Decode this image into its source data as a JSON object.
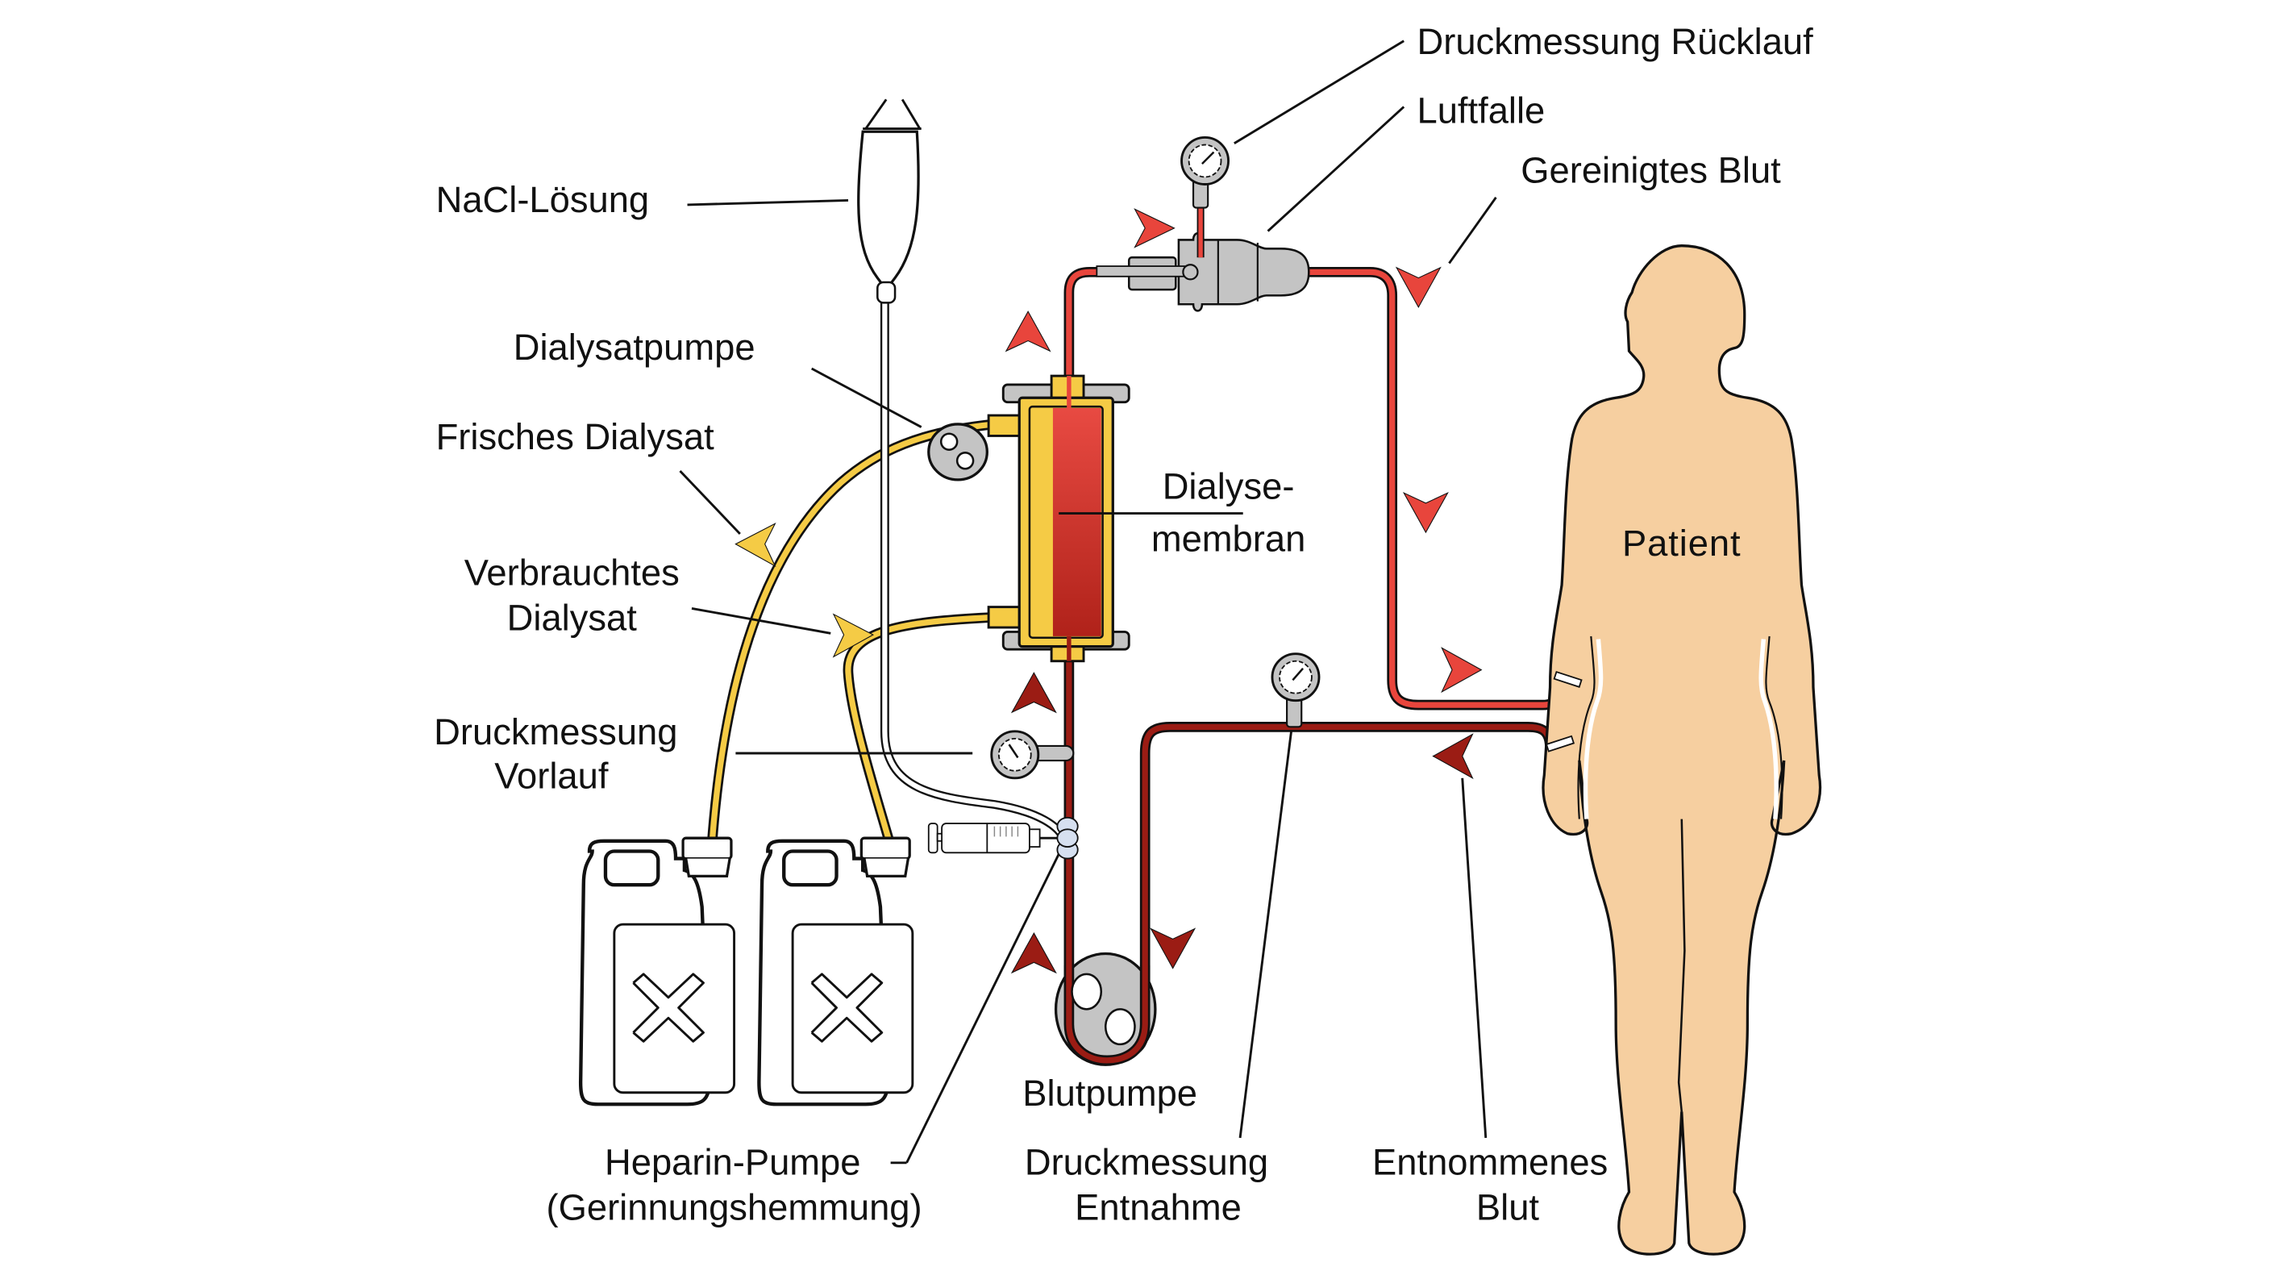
{
  "title": "Hämodialyse – Schema",
  "colors": {
    "blood_arterial": "#e8453c",
    "blood_venous": "#9b1c14",
    "dialysate": "#f5cb45",
    "device_gray": "#c4c4c4",
    "skin": "#f6cfa0",
    "heparin_clip": "#d6e0f0"
  },
  "labels": {
    "druckmessung_ruecklauf": "Druckmessung Rücklauf",
    "luftfalle": "Luftfalle",
    "gereinigtes_blut": "Gereinigtes Blut",
    "nacl_loesung": "NaCl-Lösung",
    "dialysatpumpe": "Dialysatpumpe",
    "frisches_dialysat": "Frisches Dialysat",
    "verbrauchtes_dialysat_1": "Verbrauchtes",
    "verbrauchtes_dialysat_2": "Dialysat",
    "dialysemembran_1": "Dialyse-",
    "dialysemembran_2": "membran",
    "druckmessung_vorlauf_1": "Druckmessung",
    "druckmessung_vorlauf_2": "Vorlauf",
    "patient": "Patient",
    "heparin_pumpe_1": "Heparin-Pumpe",
    "heparin_pumpe_2": "(Gerinnungshemmung)",
    "blutpumpe": "Blutpumpe",
    "druckmessung_entnahme_1": "Druckmessung",
    "druckmessung_entnahme_2": "Entnahme",
    "entnommenes_blut_1": "Entnommenes",
    "entnommenes_blut_2": "Blut"
  },
  "icons": {
    "pressure_gauges": [
      "gauge-icon",
      "gauge-icon",
      "gauge-icon"
    ],
    "canisters": [
      "canister-icon",
      "canister-icon"
    ],
    "flow_arrows": "triangle-arrow-icon"
  }
}
